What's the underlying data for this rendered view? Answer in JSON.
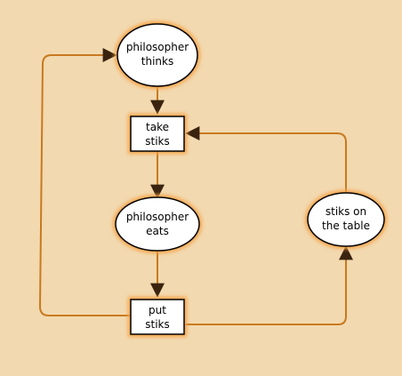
{
  "diagram": {
    "nodes": {
      "philosopher_thinks": {
        "kind": "place",
        "lines": [
          "philosopher",
          "thinks"
        ]
      },
      "take_stiks": {
        "kind": "transition",
        "lines": [
          "take",
          "stiks"
        ]
      },
      "philosopher_eats": {
        "kind": "place",
        "lines": [
          "philosopher",
          "eats"
        ]
      },
      "put_stiks": {
        "kind": "transition",
        "lines": [
          "put",
          "stiks"
        ]
      },
      "stiks_on_table": {
        "kind": "place",
        "lines": [
          "stiks on",
          "the table"
        ]
      }
    }
  },
  "colors": {
    "background": "#F2D9B0",
    "edge": "#C87A1E",
    "glow": "#F5A347",
    "node_fill": "#FFFFFF",
    "node_stroke": "#000000",
    "arrowhead": "#3A2410"
  }
}
